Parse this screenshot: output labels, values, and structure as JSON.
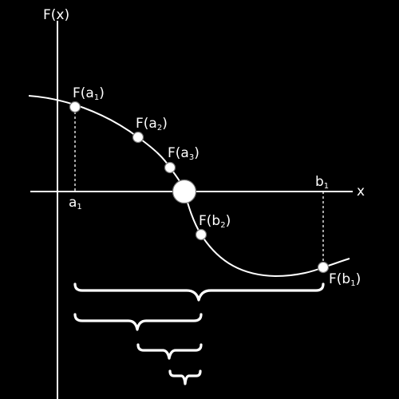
{
  "axes": {
    "y_label": "F(x)",
    "x_label": "x"
  },
  "points": [
    {
      "id": "a1",
      "label_main": "F(a",
      "label_sub": "1",
      "label_close": ")"
    },
    {
      "id": "a2",
      "label_main": "F(a",
      "label_sub": "2",
      "label_close": ")"
    },
    {
      "id": "a3",
      "label_main": "F(a",
      "label_sub": "3",
      "label_close": ")"
    },
    {
      "id": "b2",
      "label_main": "F(b",
      "label_sub": "2",
      "label_close": ")"
    },
    {
      "id": "b1",
      "label_main": "F(b",
      "label_sub": "1",
      "label_close": ")"
    }
  ],
  "x_ticks": [
    {
      "id": "a1",
      "main": "a",
      "sub": "1"
    },
    {
      "id": "b1",
      "main": "b",
      "sub": "1"
    }
  ],
  "root_marker": "root",
  "braces": [
    "interval-1",
    "interval-2",
    "interval-3",
    "interval-4"
  ],
  "colors": {
    "background": "#000000",
    "foreground": "#ffffff"
  }
}
